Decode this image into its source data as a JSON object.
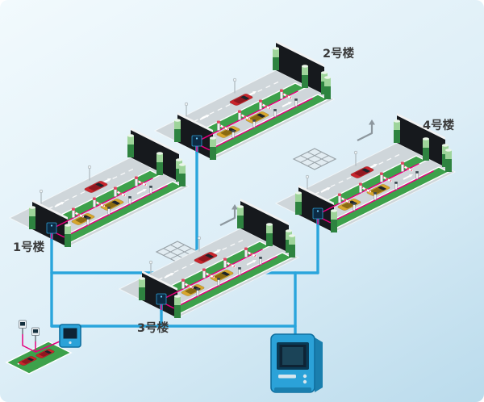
{
  "buildings": [
    {
      "id": "building-1",
      "label": "1号楼"
    },
    {
      "id": "building-2",
      "label": "2号楼"
    },
    {
      "id": "building-3",
      "label": "3号楼"
    },
    {
      "id": "building-4",
      "label": "4号楼"
    }
  ],
  "colors": {
    "bg_top": "#f2fafd",
    "bg_mid": "#ddeef7",
    "bg_bottom": "#badbec",
    "network": "#2aa5dc",
    "device_cable": "#e5007d",
    "grass": "#3da14b",
    "wall": "#16191d",
    "car_red": "#c8252c",
    "car_gold": "#d7a62e",
    "kiosk_blue": "#2ba2d8"
  },
  "elements": {
    "network_line": "blue-trunk-cable",
    "device_line": "magenta-device-cable",
    "barrier_gate": "barrier-gate-icon",
    "payment_kiosk": "kiosk-terminal-icon",
    "monitor_terminal": "monitor-terminal-icon",
    "road_crossing": "road-crossing-icon"
  }
}
